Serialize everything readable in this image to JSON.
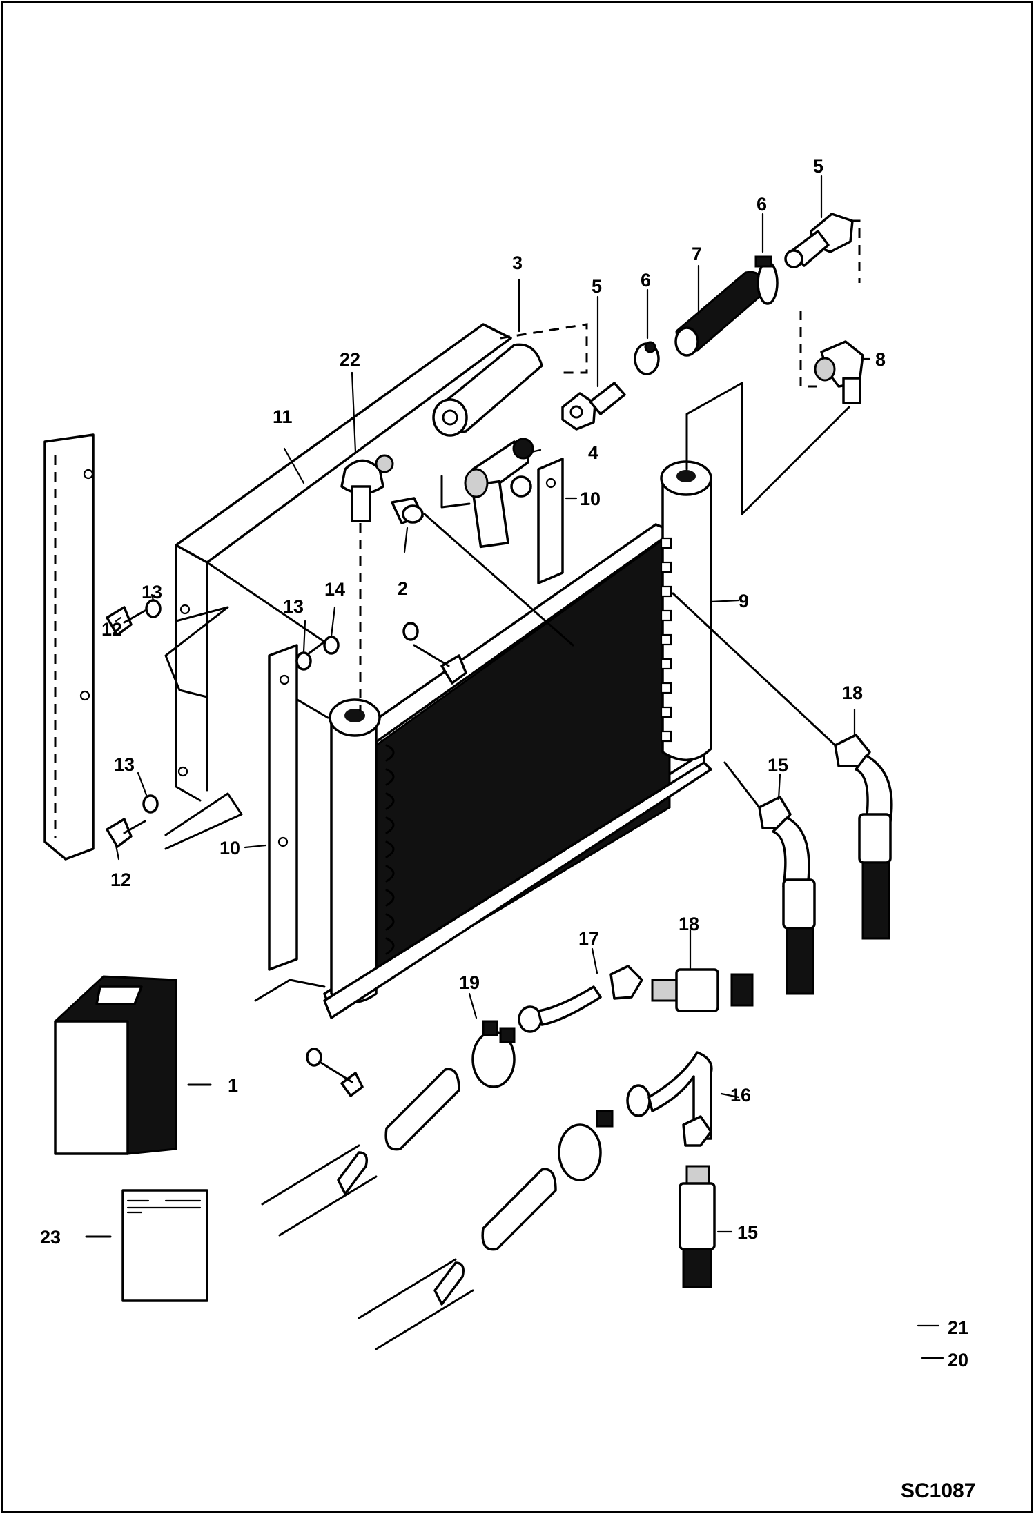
{
  "drawing_code": "SC1087",
  "callouts": {
    "c1": "1",
    "c2": "2",
    "c3": "3",
    "c4": "4",
    "c5a": "5",
    "c5b": "5",
    "c6a": "6",
    "c6b": "6",
    "c7": "7",
    "c8": "8",
    "c9": "9",
    "c10a": "10",
    "c10b": "10",
    "c11": "11",
    "c12a": "12",
    "c12b": "12",
    "c13a": "13",
    "c13b": "13",
    "c13c": "13",
    "c14": "14",
    "c15a": "15",
    "c15b": "15",
    "c16": "16",
    "c17": "17",
    "c18a": "18",
    "c18b": "18",
    "c19": "19",
    "c20": "20",
    "c21": "21",
    "c22": "22",
    "c23": "23"
  }
}
